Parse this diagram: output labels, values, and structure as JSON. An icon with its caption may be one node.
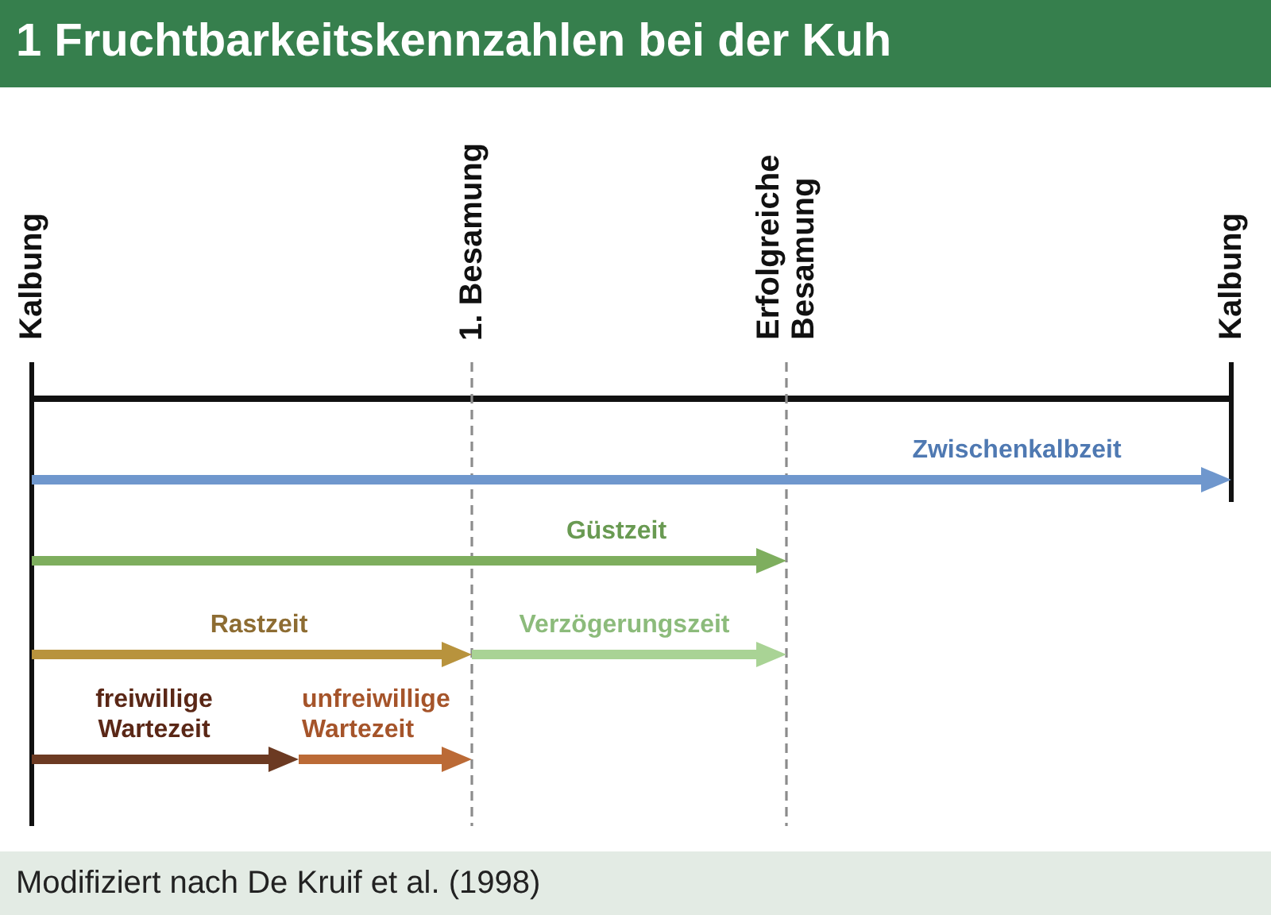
{
  "diagram": {
    "title": "1 Fruchtbarkeitskennzahlen bei der Kuh",
    "caption": "Modifiziert nach De Kruif et al. (1998)",
    "labels": [
      "Kalbung",
      "1. Besamung",
      "Erfolgreiche Besamung",
      "Kalbung",
      "Zwischenkalbzeit",
      "Güstzeit",
      "Rastzeit",
      "Verzögerungszeit",
      "freiwillige Wartezeit",
      "unfreiwillige Wartezeit"
    ]
  }
}
